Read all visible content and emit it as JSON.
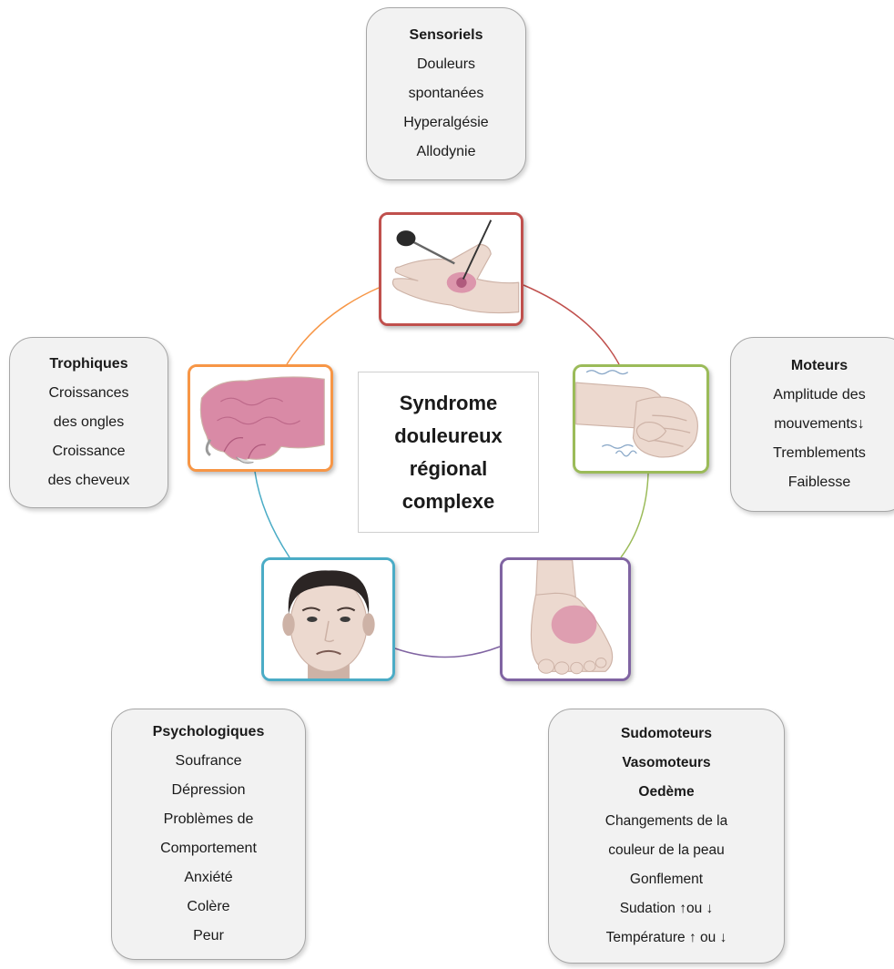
{
  "center": {
    "lines": [
      "Syndrome",
      "douleureux",
      "régional",
      "complexe"
    ]
  },
  "boxes": {
    "sensoriels": {
      "title": "Sensoriels",
      "lines": [
        "Douleurs",
        "spontanées",
        "Hyperalgésie",
        "Allodynie"
      ]
    },
    "moteurs": {
      "title": "Moteurs",
      "lines": [
        "Amplitude des",
        "mouvements↓",
        "Tremblements",
        "Faiblesse"
      ]
    },
    "trophiques": {
      "title": "Trophiques",
      "lines": [
        "Croissances",
        "des ongles",
        "Croissance",
        "des cheveux"
      ]
    },
    "psychologiques": {
      "title": "Psychologiques",
      "lines": [
        "Soufrance",
        "Dépression",
        "Problèmes de",
        "Comportement",
        "Anxiété",
        "Colère",
        "Peur"
      ]
    },
    "sudomoteurs": {
      "titles": [
        "Sudomoteurs",
        "Vasomoteurs",
        "Oedème"
      ],
      "lines": [
        "Changements de la",
        "couleur de la peau",
        "Gonflement",
        "Sudation ↑ou ↓",
        "Température ↑ ou ↓"
      ]
    }
  },
  "colors": {
    "sensory": "#c0504d",
    "motor": "#9bbb59",
    "vaso": "#8064a2",
    "psycho": "#4bacc6",
    "trophic": "#f79646",
    "box_fill": "#f2f2f2",
    "skin": "#ecd9cf",
    "skin_shadow": "#cdb2a6",
    "inflamed": "#d98aa6",
    "inflamed_dark": "#b05a7d",
    "hair": "#2b2524"
  },
  "illustrations": {
    "sensory": "hand-with-needle-and-brush-illustration",
    "motor": "trembling-fist-illustration",
    "trophic": "swollen-hand-with-long-nails-illustration",
    "psycho": "distressed-face-illustration",
    "vaso": "swollen-foot-illustration"
  }
}
